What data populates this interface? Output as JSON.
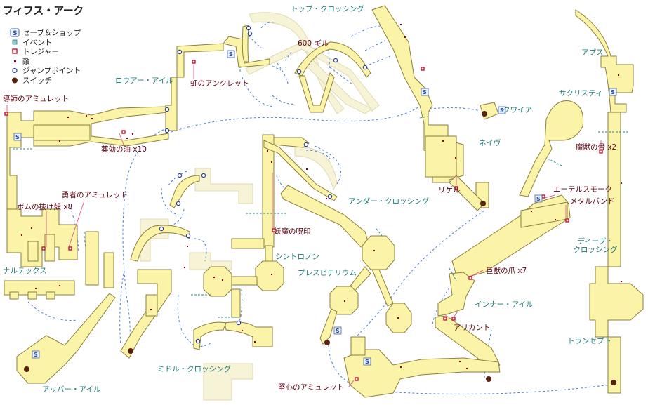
{
  "map": {
    "title": "フィフス・アーク",
    "legend": [
      {
        "icon": "save-shop-icon",
        "label": "セーブ＆ショップ"
      },
      {
        "icon": "event-icon",
        "label": "イベント"
      },
      {
        "icon": "treasure-icon",
        "label": "トレジャー"
      },
      {
        "icon": "enemy-icon",
        "label": "敵"
      },
      {
        "icon": "jump-point-icon",
        "label": "ジャンプポイント"
      },
      {
        "icon": "switch-icon",
        "label": "スイッチ"
      }
    ],
    "colors": {
      "room_fill": "#fbf4a8",
      "room_stroke": "#8a7f3a",
      "area_label": "#1c7a7a",
      "item_label": "#5a0010",
      "route": "#4a7fd6",
      "treasure": "#d01030",
      "enemy": "#8a0010",
      "jump_point": "#2a3aa0",
      "switch": "#5a2010",
      "leader": "#e04a7a"
    },
    "areas": [
      {
        "id": "lower-aisle",
        "label": "ロウアー・アイル"
      },
      {
        "id": "top-crossing",
        "label": "トップ・クロッシング"
      },
      {
        "id": "apse",
        "label": "アプス"
      },
      {
        "id": "sacristy",
        "label": "サクリスティ"
      },
      {
        "id": "quire",
        "label": "クワイア"
      },
      {
        "id": "nave",
        "label": "ネイヴ"
      },
      {
        "id": "under-crossing",
        "label": "アンダー・クロッシング"
      },
      {
        "id": "cintronon",
        "label": "シントロノン"
      },
      {
        "id": "presbyterium",
        "label": "プレスビテリウム"
      },
      {
        "id": "deep-crossing",
        "label": "ディープ・\nクロッシング"
      },
      {
        "id": "narthex",
        "label": "ナルテックス"
      },
      {
        "id": "inner-aisle",
        "label": "インナー・アイル"
      },
      {
        "id": "transept",
        "label": "トランセプト"
      },
      {
        "id": "middle-crossing",
        "label": "ミドル・クロッシング"
      },
      {
        "id": "upper-aisle",
        "label": "アッパー・アイル"
      }
    ],
    "items": [
      {
        "id": "gil-600",
        "label": "600 ギル"
      },
      {
        "id": "rainbow-anklet",
        "label": "虹のアンクレット"
      },
      {
        "id": "guide-amulet",
        "label": "導師のアミュレット"
      },
      {
        "id": "potion-oil",
        "label": "薬効の油 x10"
      },
      {
        "id": "hero-amulet",
        "label": "勇者のアミュレット"
      },
      {
        "id": "bomb-shell",
        "label": "ボムの抜け殻 x8"
      },
      {
        "id": "demon-seal",
        "label": "妖魔の呪印"
      },
      {
        "id": "demon-bone",
        "label": "魔獣の骨 x2"
      },
      {
        "id": "ether-smoke",
        "label": "エーテルスモーク"
      },
      {
        "id": "metal-band",
        "label": "メタルバンド"
      },
      {
        "id": "rigel",
        "label": "リゲル"
      },
      {
        "id": "beast-claw",
        "label": "巨獣の爪 x7"
      },
      {
        "id": "alicant",
        "label": "アリカント"
      },
      {
        "id": "steadfast-amulet",
        "label": "堅心のアミュレット"
      }
    ]
  }
}
